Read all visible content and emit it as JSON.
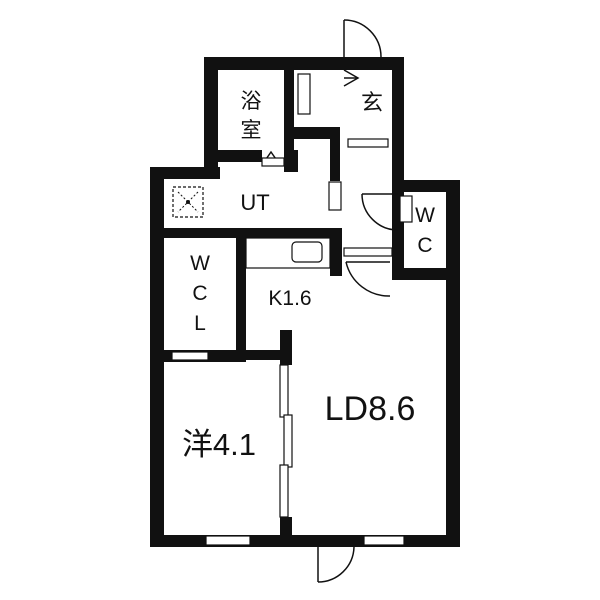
{
  "plan": {
    "rooms": {
      "bath": {
        "line1": "浴",
        "line2": "室"
      },
      "genkan": "玄",
      "utility": "UT",
      "wc": {
        "line1": "W",
        "line2": "C"
      },
      "wcl": {
        "line1": "W",
        "line2": "C",
        "line3": "L"
      },
      "kitchen": "K1.6",
      "ld": "LD8.6",
      "western": "洋4.1"
    },
    "colors": {
      "wall": "#111111",
      "background": "#ffffff"
    },
    "icons": [
      "door-swing-icon",
      "washer-pan-icon",
      "sink-icon",
      "step-triangle-icon"
    ]
  }
}
